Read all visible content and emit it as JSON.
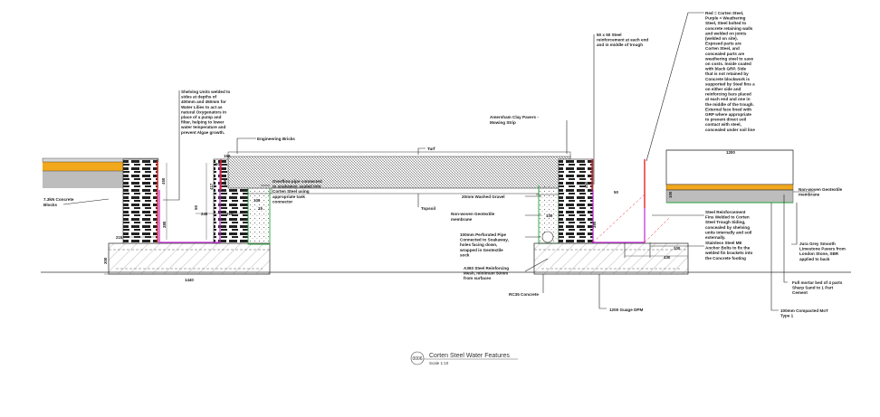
{
  "drawing": {
    "title": "Corten Steel Water Features",
    "scale": "Scale 1:10",
    "ref": "0006"
  },
  "colors": {
    "corten": "#e8212b",
    "weathering": "#c026d3",
    "geotextile": "#22a535",
    "sand": "#f2a81d",
    "grey_pavers": "#bdbdbd",
    "paver_edge": "#d6d6d6"
  },
  "labels": {
    "shelving": [
      "Shelving Units welded to",
      "sides at depths of",
      "400mm and 450mm for",
      "Water Lilies to act as",
      "natural Oxygenators in",
      "place of a pump and",
      "filter, helping to lower",
      "water temperature and",
      "prevent Algae growth."
    ],
    "engineering_bricks": "Engineering Bricks",
    "concrete_blocks": [
      "7.3kN Concrete",
      "Blocks"
    ],
    "overflow": [
      "Overflow pipe connected",
      "to soakaway, sealed into",
      "Corten Steel using",
      "appropriate tank",
      "connector"
    ],
    "turf": "Turf",
    "topsoil": "Topsoil",
    "amersham": [
      "Amersham Clay Pavers -",
      "Mowing Strip"
    ],
    "steel_50": [
      "50 x 50 Steel",
      "reinforcement at each end",
      "and in middle of trough"
    ],
    "legend_notes": [
      "Red = Corten Steel,",
      "Purple = Weathering",
      "Steel, Steel bolted to",
      "concrete retaining walls",
      "and welded on joints",
      "(welded on site).",
      "Exposed parts are",
      "Corten Steel, and",
      "concealed parts are",
      "weathering steel to save",
      "on costs. Inside coated",
      "with black GRP. Side",
      "that is not retained by",
      "Concrete blockwork is",
      "supported by Steel fins a",
      "on either side and",
      "reinforcing bars placed",
      "at each end and one in",
      "the middle of the trough.",
      "External face lined with",
      "GRP where appropriate",
      "to prevent direct soil",
      "contact with steel,",
      "concealed under soil line"
    ],
    "washed_gravel": "20mm Washed Gravel",
    "geotextile_membrane": [
      "Non-woven Geotextile",
      "membrane"
    ],
    "perforated_pipe": [
      "100mm Perforated Pipe",
      "Connected to Soakaway,",
      "holes facing down,",
      "wrapped in Geotextile",
      "sock"
    ],
    "a393": [
      "A393 Steel Reinforcing",
      "Mesh, minimum 50mm",
      "from surfaces"
    ],
    "rc35": "RC35 Concrete",
    "dpm": "1200 Guage DPM",
    "fins": [
      "Steel Reinforcement",
      "Fins Welded to Corten",
      "Steel Trough Siding,",
      "concealed by shelving",
      "units internally and soil",
      "externally."
    ],
    "anchor": [
      "Stainless Steel M8",
      "Anchor Bolts to fix the",
      "welded fin brackets into",
      "the Concrete footing"
    ],
    "geotextile_right": [
      "Non-woven Geotextile",
      "membrane"
    ],
    "jura": [
      "Jura Grey Smooth",
      "Limestone Pavers from",
      "London Stone, SBR",
      "applied to back"
    ],
    "mortar": [
      "Full mortar bed of 4 parts",
      "Sharp Sand to 1 Part",
      "Cement"
    ],
    "mot": [
      "100mm Compacted MoT",
      "Type 1"
    ]
  },
  "dims": {
    "d150_top": "150",
    "d50_top": "50",
    "d1200": "1200",
    "d215_left": "215",
    "d240_left": "240",
    "d215_mid": "215",
    "d100_mid": "100",
    "d1440": "1440",
    "d450_left": "450",
    "d380_left": "380",
    "d300_left": "300",
    "d50_left": "50",
    "d417": "417",
    "d450_mid": "450",
    "d25_mid": "25",
    "d100_pipe": "100",
    "d450_right": "450",
    "d50_right": "50",
    "d380_right": "380",
    "d100_right": "100",
    "d430": "430",
    "d100_r2": "100"
  }
}
